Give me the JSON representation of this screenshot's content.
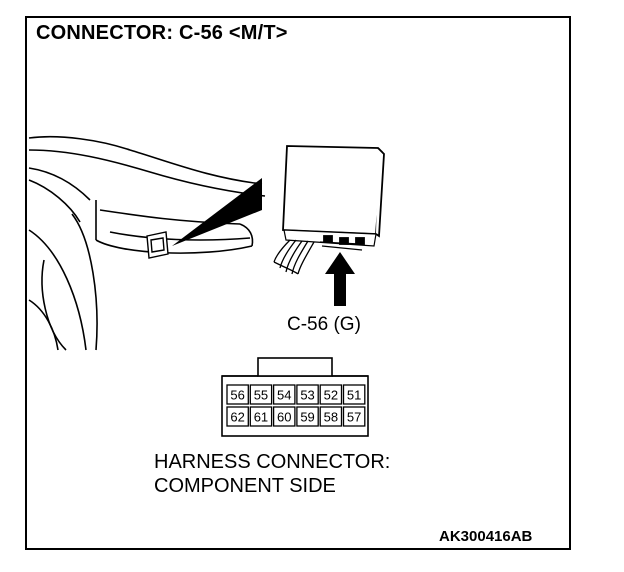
{
  "title": "CONNECTOR: C-56 <M/T>",
  "connector_callout": "C-56 (G)",
  "pins_top_row": [
    "56",
    "55",
    "54",
    "53",
    "52",
    "51"
  ],
  "pins_bottom_row": [
    "62",
    "61",
    "60",
    "59",
    "58",
    "57"
  ],
  "caption_line1": "HARNESS CONNECTOR:",
  "caption_line2": "COMPONENT SIDE",
  "figure_code": "AK300416AB"
}
